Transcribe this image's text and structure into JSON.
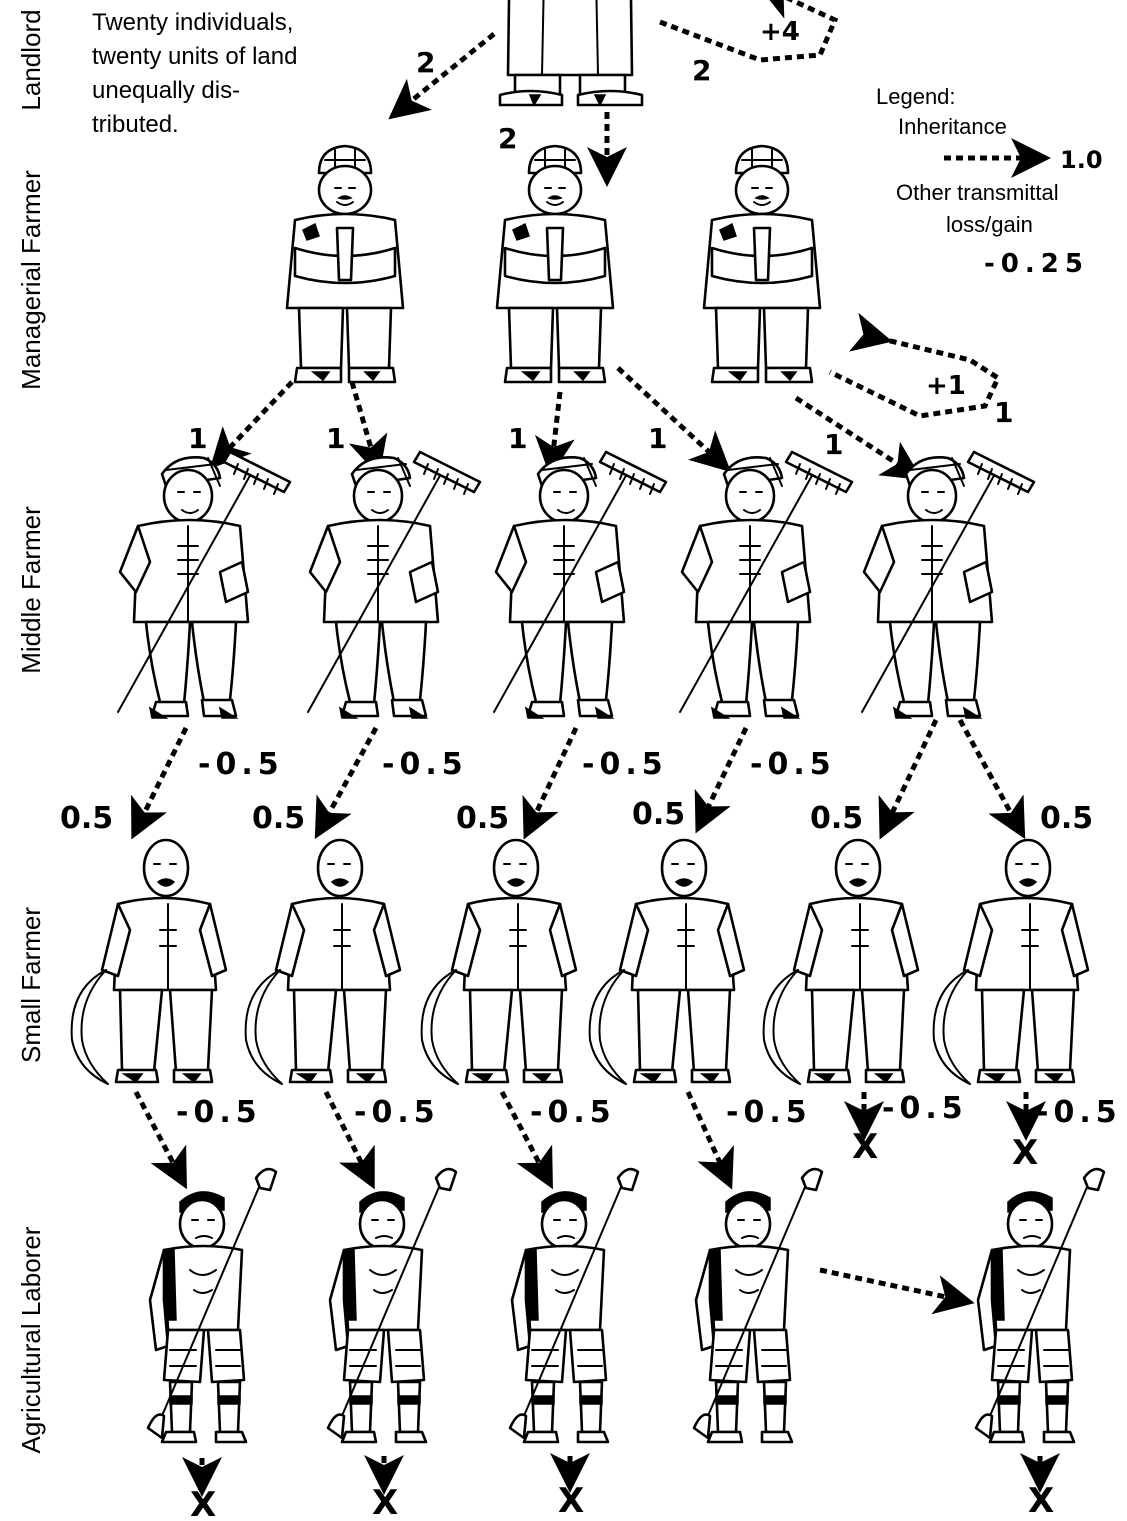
{
  "description": {
    "lines": [
      "Twenty individuals,",
      "twenty units of land",
      "unequally dis-",
      "tributed."
    ]
  },
  "rows": {
    "landlord": "Landlord",
    "managerial": "Managerial Farmer",
    "middle": "Middle Farmer",
    "small": "Small Farmer",
    "laborer": "Agricultural Laborer"
  },
  "legend": {
    "title": "Legend:",
    "inheritance": "Inheritance",
    "inheritance_value": "1.0",
    "other_line1": "Other transmittal",
    "other_line2": "loss/gain",
    "other_value": "-0.25"
  },
  "landlord_arrows": {
    "left": "2",
    "center": "2",
    "right": "2",
    "gain": "+4"
  },
  "managerial_arrows": {
    "values": [
      "1",
      "1",
      "1",
      "1",
      "1",
      "1"
    ],
    "gain": "+1"
  },
  "middle_losses": [
    "-0.5",
    "-0.5",
    "-0.5",
    "-0.5"
  ],
  "middle_to_small": [
    "0.5",
    "0.5",
    "0.5",
    "0.5",
    "0.5",
    "0.5"
  ],
  "small_losses": [
    "-0.5",
    "-0.5",
    "-0.5",
    "-0.5",
    "-0.5",
    "-0.5"
  ],
  "end_marks": {
    "symbol": "X"
  },
  "figure_icons": {
    "landlord": "landlord-figure",
    "managerial": "managerial-farmer-figure",
    "middle": "middle-farmer-with-rake-figure",
    "small": "small-farmer-with-sickle-figure",
    "laborer": "laborer-with-hoe-figure"
  }
}
